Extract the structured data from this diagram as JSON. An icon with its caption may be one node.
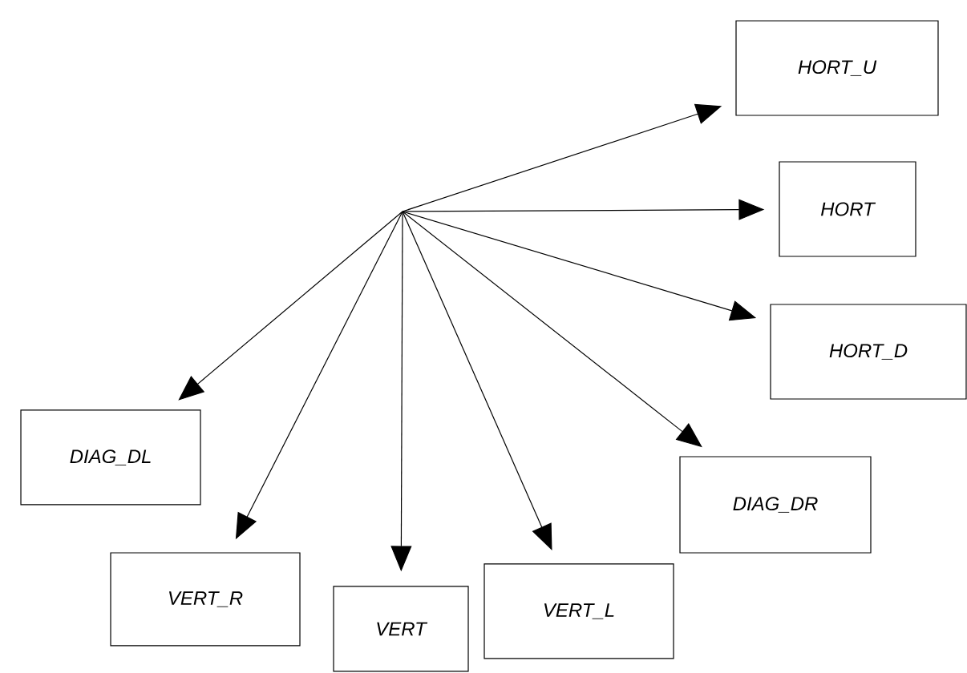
{
  "diagram": {
    "nodes": [
      {
        "text": [
          "HORT_U"
        ]
      },
      {
        "text": [
          "HORT"
        ]
      },
      {
        "text": [
          "HORT_D"
        ]
      },
      {
        "text": [
          "DIAG_DL"
        ]
      },
      {
        "text": [
          "DIAG_DR"
        ]
      },
      {
        "text": [
          "VERT_R"
        ]
      },
      {
        "text": [
          "VERT_L"
        ]
      },
      {
        "text": [
          "VERT"
        ]
      }
    ],
    "edges": [
      {
        "from": null,
        "to": 0,
        "arrow": "to"
      },
      {
        "from": null,
        "to": 1,
        "arrow": "to"
      },
      {
        "from": null,
        "to": 2,
        "arrow": "to"
      },
      {
        "from": null,
        "to": 3,
        "arrow": "to"
      },
      {
        "from": null,
        "to": 4,
        "arrow": "to"
      },
      {
        "from": null,
        "to": 5,
        "arrow": "to"
      },
      {
        "from": null,
        "to": 6,
        "arrow": "to"
      },
      {
        "from": null,
        "to": 7,
        "arrow": "to"
      }
    ]
  }
}
